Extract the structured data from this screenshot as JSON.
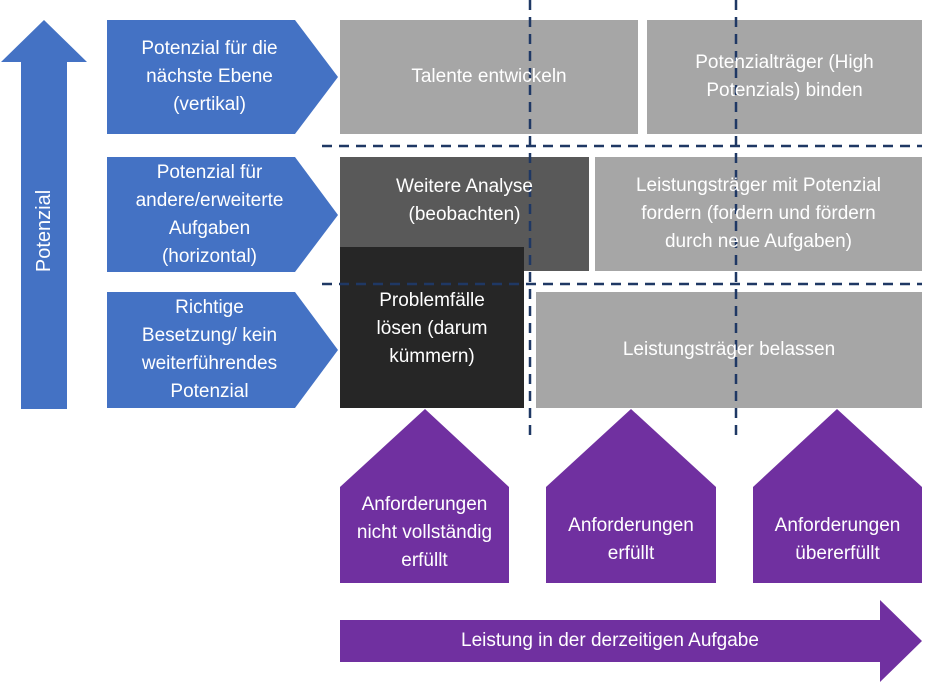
{
  "axis": {
    "vertical_label": "Potenzial",
    "horizontal_label": "Leistung in der derzeitigen Aufgabe"
  },
  "rows": [
    "Potenzial für die\nnächste Ebene\n(vertikal)",
    "Potenzial für\nandere/erweiterte\nAufgaben\n(horizontal)",
    "Richtige\nBesetzung/ kein\nweiterführendes\nPotenzial"
  ],
  "cells": {
    "talente": "Talente entwickeln",
    "high_pot": "Potenzialträger (High\nPotenzials) binden",
    "analyse": "Weitere Analyse\n(beobachten)",
    "leistung_potenzial": "Leistungsträger mit Potenzial\nfordern (fordern und fördern\ndurch neue Aufgaben)",
    "problem": "Problemfälle\nlösen (darum\nkümmern)",
    "belassen": "Leistungsträger belassen"
  },
  "columns": [
    "Anforderungen\nnicht vollständig\nerfüllt",
    "Anforderungen\nerfüllt",
    "Anforderungen\nübererfüllt"
  ],
  "colors": {
    "blue": "#4472c4",
    "purple": "#7030a0",
    "light_gray": "#a6a6a6",
    "dark_gray": "#595959",
    "black": "#262626",
    "dash_navy": "#1f3864"
  }
}
